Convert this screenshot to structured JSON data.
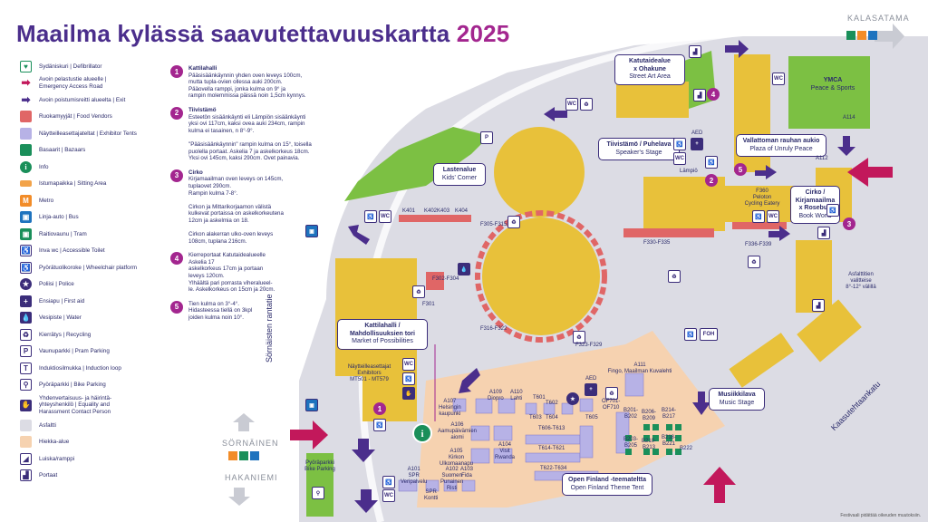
{
  "title": {
    "main": "Maailma kylässä saavutettavuuskartta",
    "year": "2025"
  },
  "colors": {
    "purple": "#4b2e8c",
    "magenta": "#a3268f",
    "yellow": "#e8c13a",
    "red": "#e06666",
    "green": "#7cc043",
    "sand": "#f6d2b0",
    "gray": "#dcdce4"
  },
  "legend": [
    {
      "icon": "defibrillator-icon",
      "label": "Sydäniskuri | Defibrillator"
    },
    {
      "icon": "emergency-road-arrow-icon",
      "label": "Avoin pelastustie alueelle |\nEmergency Access Road"
    },
    {
      "icon": "exit-arrow-icon",
      "label": "Avoin poistumisreitti alueelta | Exit"
    },
    {
      "icon": "food-vendor-swatch",
      "label": "Ruokamyyjät | Food Vendors"
    },
    {
      "icon": "exhibitor-tent-swatch",
      "label": "Näytteilleasettajateltat | Exhibitor Tents"
    },
    {
      "icon": "bazaar-swatch",
      "label": "Basaarit | Bazaars"
    },
    {
      "icon": "info-icon",
      "label": "Info"
    },
    {
      "icon": "sitting-area-swatch",
      "label": "Istumapaikka | Sitting Area"
    },
    {
      "icon": "metro-icon",
      "label": "Metro"
    },
    {
      "icon": "bus-icon",
      "label": "Linja-auto | Bus"
    },
    {
      "icon": "tram-icon",
      "label": "Raitiovaunu | Tram"
    },
    {
      "icon": "accessible-toilet-icon",
      "label": "Inva wc | Accessible Toilet"
    },
    {
      "icon": "wheelchair-platform-icon",
      "label": "Pyörätuolikoroke | Wheelchair platform"
    },
    {
      "icon": "police-icon",
      "label": "Poliisi | Police"
    },
    {
      "icon": "first-aid-icon",
      "label": "Ensiapu | First aid"
    },
    {
      "icon": "water-icon",
      "label": "Vesipiste | Water"
    },
    {
      "icon": "recycling-icon",
      "label": "Kierrätys | Recycling"
    },
    {
      "icon": "pram-parking-icon",
      "label": "Vaunuparkki | Pram Parking"
    },
    {
      "icon": "induction-loop-icon",
      "label": "Induktiosilmukka | Induction loop"
    },
    {
      "icon": "bike-parking-icon",
      "label": "Pyöräparkki | Bike Parking"
    },
    {
      "icon": "contact-person-icon",
      "label": "Yhdenvertaisuus- ja häirintä-\nyhteyshenkilö | Equality and\nHarassment Contact Person"
    },
    {
      "icon": "asphalt-swatch",
      "label": "Asfaltti"
    },
    {
      "icon": "sand-swatch",
      "label": "Hiekka-alue"
    },
    {
      "icon": "ramp-icon",
      "label": "Luiska/ramppi"
    },
    {
      "icon": "stairs-icon",
      "label": "Portaat"
    }
  ],
  "notes": [
    {
      "num": "1",
      "title": "Kattilahalli",
      "text": "Pääsisäänkäynnin yhden oven leveys 100cm,\nmutta tupla-ovien ollessa auki 200cm.\nPääovella ramppi, jonka kulma on 9° ja\nrampin molemmissa päissä noin 1,5cm kynnys."
    },
    {
      "num": "2",
      "title": "Tiivistämö",
      "text": "Esteetön sisäänkäynti eli Lämpiön sisäänkäynti\nyksi ovi 117cm, kaksi ovea auki 234cm, rampin\nkulma ei tasainen, n 8°-9°.\n\n\"Pääsisäänkäynnin\" rampin kulma on 15°, toisella\npuolella portaat. Askelia 7 ja askelkorkeus 18cm.\nYksi ovi 145cm, kaksi 290cm. Ovet painavia."
    },
    {
      "num": "3",
      "title": "Cirko",
      "text": "Kirjamaailman oven leveys on 145cm,\ntuplaovet 290cm.\nRampin kulma 7-8°.\n\nCirkon ja Mittarikorjaamon välistä\nkulkevat portaissa on askelkorkeutena\n12cm ja askelmia on 18.\n\nCirkon alakerran ulko-oven leveys\n108cm, tuplana 216cm."
    },
    {
      "num": "4",
      "title": "",
      "text": "Kierreportaat Katutaidealueelle\nAskelia 17\naskelkorkeus 17cm ja portaan\nleveys 120cm.\nYlhäältä pari porrasta viheralueel-\nle. Askelkorkeus on 15cm ja 20cm."
    },
    {
      "num": "5",
      "title": "",
      "text": "Tien kulma on 3°-4°.\nHidasteessa tiellä on 3kpl\njoiden kulma noin 10°."
    }
  ],
  "map": {
    "boxes": {
      "katutaide": {
        "l1": "Katutaidealue",
        "l2": "x Ohakune",
        "l3": "Street Art Area"
      },
      "ymca": {
        "l1": "YMCA",
        "l2": "Peace & Sports"
      },
      "tiivistamo": {
        "l1": "Tiivistämö / Puhelava",
        "l2": "Speaker's Stage"
      },
      "vallattoman": {
        "l1": "Vallattoman rauhan aukio",
        "l2": "Plaza of Unruly Peace"
      },
      "lastenalue": {
        "l1": "Lastenalue",
        "l2": "Kids' Corner"
      },
      "cirko": {
        "l1": "Cirko /",
        "l2": "Kirjamaailma",
        "l3": "x Rosebud",
        "l4": "Book World"
      },
      "kattilahalli": {
        "l1": "Kattilahalli /",
        "l2": "Mahdollisuuksien tori",
        "l3": "Market of Possibilities"
      },
      "musiikkilava": {
        "l1": "Musiikkilava",
        "l2": "Music Stage"
      },
      "openfinland": {
        "l1": "Open Finland -teemateltta",
        "l2": "Open Finland Theme Tent"
      }
    },
    "labels": {
      "kalasatama": "KALASATAMA",
      "sornainen": "SÖRNÄINEN",
      "hakaniemi": "HAKANIEMI",
      "sornaisten_rantatie": "Sörnäisten rantatie",
      "kaasutehtaankatu": "Kaasutehtaankatu",
      "pyoraparkki": "Pyöräparkki\nBike Parking",
      "lampio": "Lämpiö",
      "f360": "F360\nPeloton\nCycling Eatery",
      "a112": "A112",
      "a114": "A114",
      "asfaltti_note": "Asfalttitien\nvalitteise\n8°-12° välillä",
      "f330": "F330-F335",
      "f336": "F336-F339",
      "f305": "F305-F315",
      "f302": "F302-F304",
      "f301": "F301",
      "f316": "F316-F322",
      "f323": "F323-F329",
      "k401": "K401",
      "k402": "K402K403",
      "k404": "K404",
      "nayttelyasettajat": "Näytteilleasettajat\nExhibitors\nMT501 - MT579",
      "a111": "A111\nFingo, Maailman Kuvalehti",
      "a107": "A107\nHelsingin\nkaupunki",
      "a109": "A109\nDiopro",
      "a110": "A110\nLahti",
      "a106": "A106\nAamupäivämien\naiomi",
      "a105": "A105\nKirkon\nUlkomaanapu",
      "a104": "A104\nVisit\nRwanda",
      "a103": "A103\nFida",
      "a102": "A102\nSuomen\nPunainen\nRisti",
      "a101": "A101\nSPR\nVeripalvelu",
      "spr_kontti": "SPR\nKontti",
      "t601": "T601",
      "t602": "T602",
      "t603": "T603",
      "t604": "T604",
      "t605": "T605",
      "t606": "T606-T613",
      "t614": "T614-T621",
      "t622": "T622-T634",
      "of701": "OF701-\nOF710",
      "b201": "B201-\nB202",
      "b203": "B203-\nB205",
      "b206": "B206-\nB209",
      "b210": "B210-\nB213",
      "b214": "B214-\nB217",
      "b218": "B218-\nB221",
      "b222": "B222",
      "foh": "FOH",
      "wc": "WC",
      "aed": "AED",
      "footer": "Festivaali pidättää oikeuden muutoksiin."
    }
  }
}
